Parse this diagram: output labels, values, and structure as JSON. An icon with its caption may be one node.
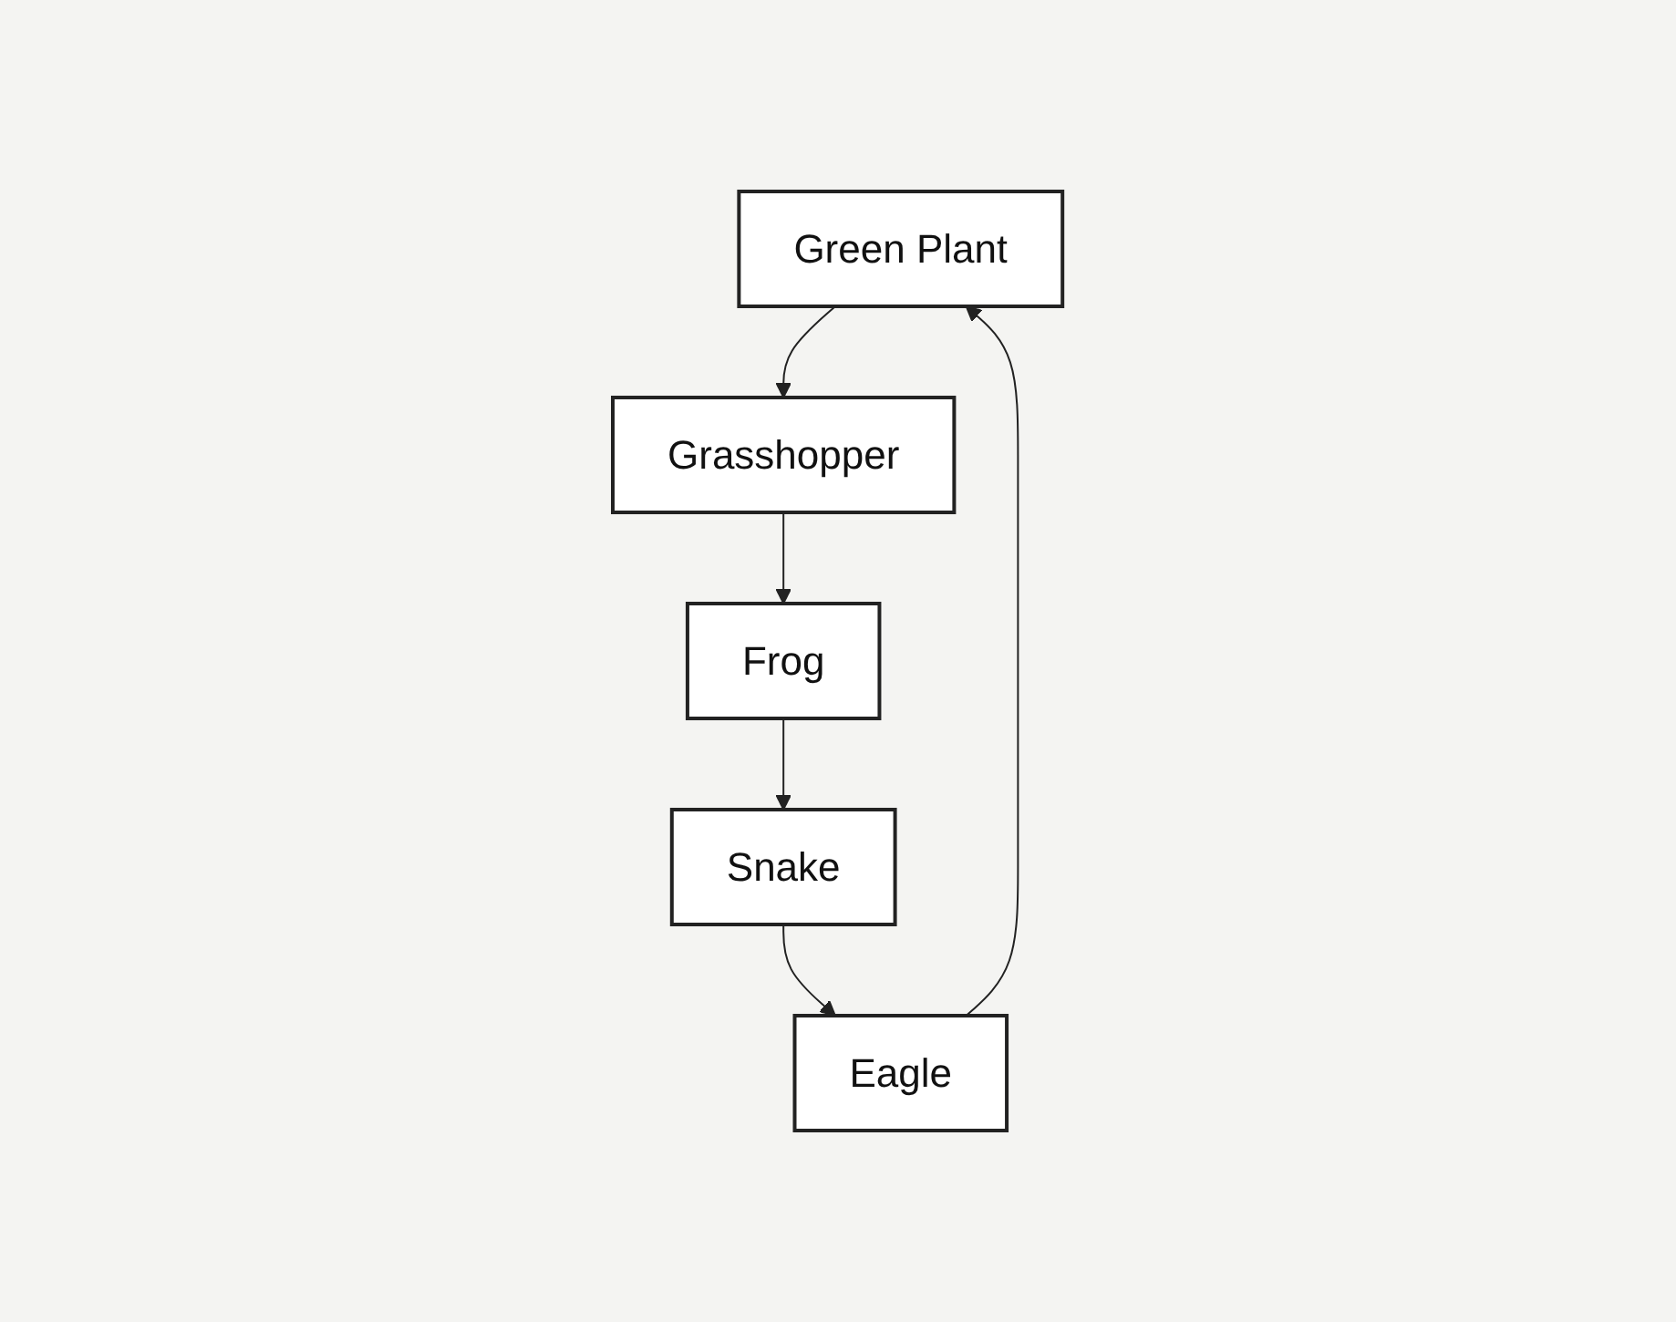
{
  "diagram": {
    "nodes": [
      {
        "text": [
          "Green Plant"
        ]
      },
      {
        "text": [
          "Grasshopper"
        ]
      },
      {
        "text": [
          "Frog"
        ]
      },
      {
        "text": [
          "Snake"
        ]
      },
      {
        "text": [
          "Eagle"
        ]
      }
    ],
    "edges": [
      {
        "from": 0,
        "to": 1,
        "arrow": "to"
      },
      {
        "from": 1,
        "to": 2,
        "arrow": "to"
      },
      {
        "from": 2,
        "to": 3,
        "arrow": "to"
      },
      {
        "from": 3,
        "to": 4,
        "arrow": "to"
      },
      {
        "from": 4,
        "to": 0,
        "arrow": "to"
      }
    ]
  }
}
